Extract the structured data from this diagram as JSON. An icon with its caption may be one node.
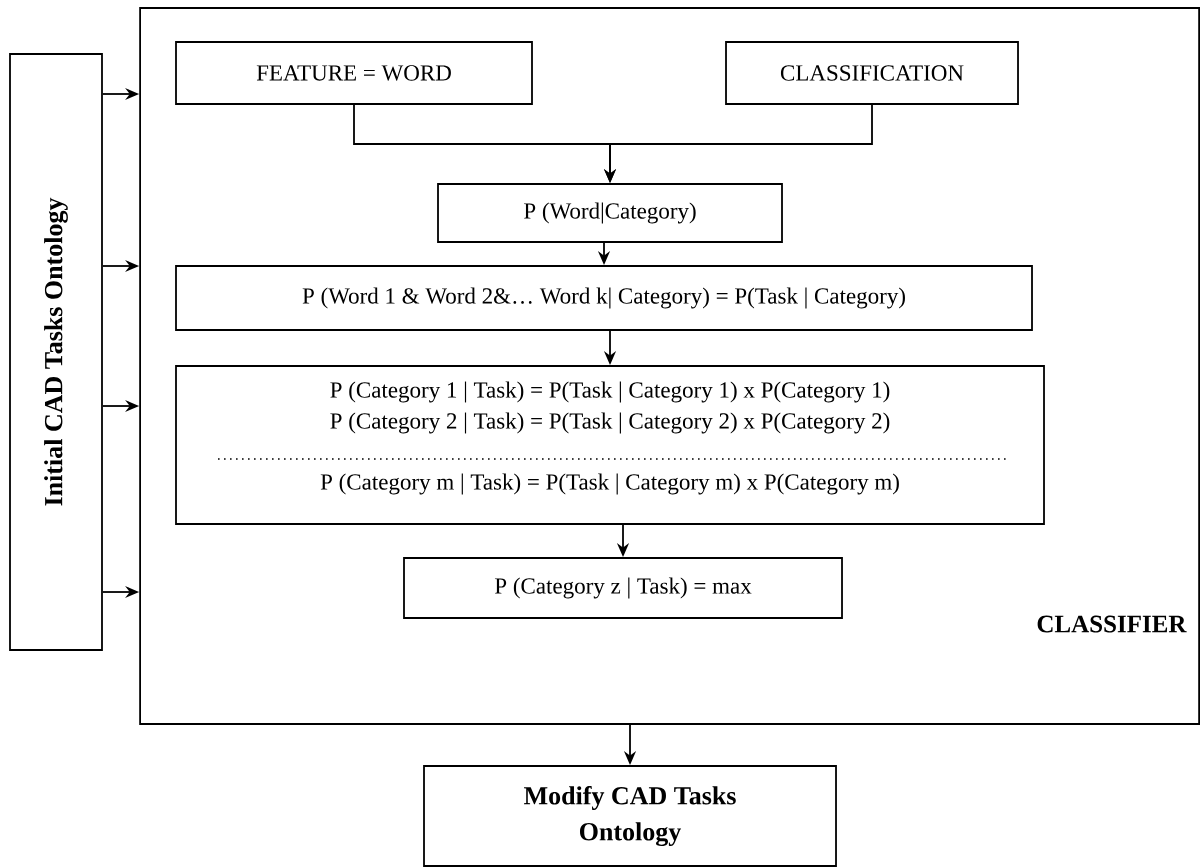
{
  "diagram": {
    "nodes": [
      {
        "text": [
          "Initial CAD Tasks Ontology"
        ]
      },
      {
        "text": [
          "CLASSIFIER"
        ]
      },
      {
        "text": [
          "FEATURE = WORD"
        ],
        "in": 1
      },
      {
        "text": [
          "CLASSIFICATION"
        ],
        "in": 1
      },
      {
        "text": [
          "P (Word|Category)"
        ],
        "in": 1
      },
      {
        "text": [
          "P (Word 1 & Word 2&… Word k| Category) = P(Task | Category)"
        ],
        "in": 1
      },
      {
        "text": [
          "P (Category 1 | Task) = P(Task | Category 1) x P(Category 1)",
          "P (Category 2 | Task) = P(Task | Category 2) x P(Category 2)",
          "P (Category m | Task) = P(Task | Category m) x P(Category m)"
        ],
        "in": 1
      },
      {
        "text": [
          "P (Category z | Task) = max"
        ],
        "in": 1
      },
      {
        "text": [
          "Modify CAD Tasks Ontology"
        ]
      }
    ],
    "edges": [
      {
        "from": 0,
        "to": 1,
        "arrow": "to"
      },
      {
        "from": 0,
        "to": 1,
        "arrow": "to"
      },
      {
        "from": 0,
        "to": 1,
        "arrow": "to"
      },
      {
        "from": 0,
        "to": 1,
        "arrow": "to"
      },
      {
        "from": 2,
        "to": 4,
        "arrow": "to"
      },
      {
        "from": 3,
        "to": 4,
        "arrow": "to"
      },
      {
        "from": 4,
        "to": 5,
        "arrow": "to"
      },
      {
        "from": 5,
        "to": 6,
        "arrow": "to"
      },
      {
        "from": 6,
        "to": 7,
        "arrow": "to"
      },
      {
        "from": 1,
        "to": 8,
        "arrow": "to"
      }
    ]
  }
}
